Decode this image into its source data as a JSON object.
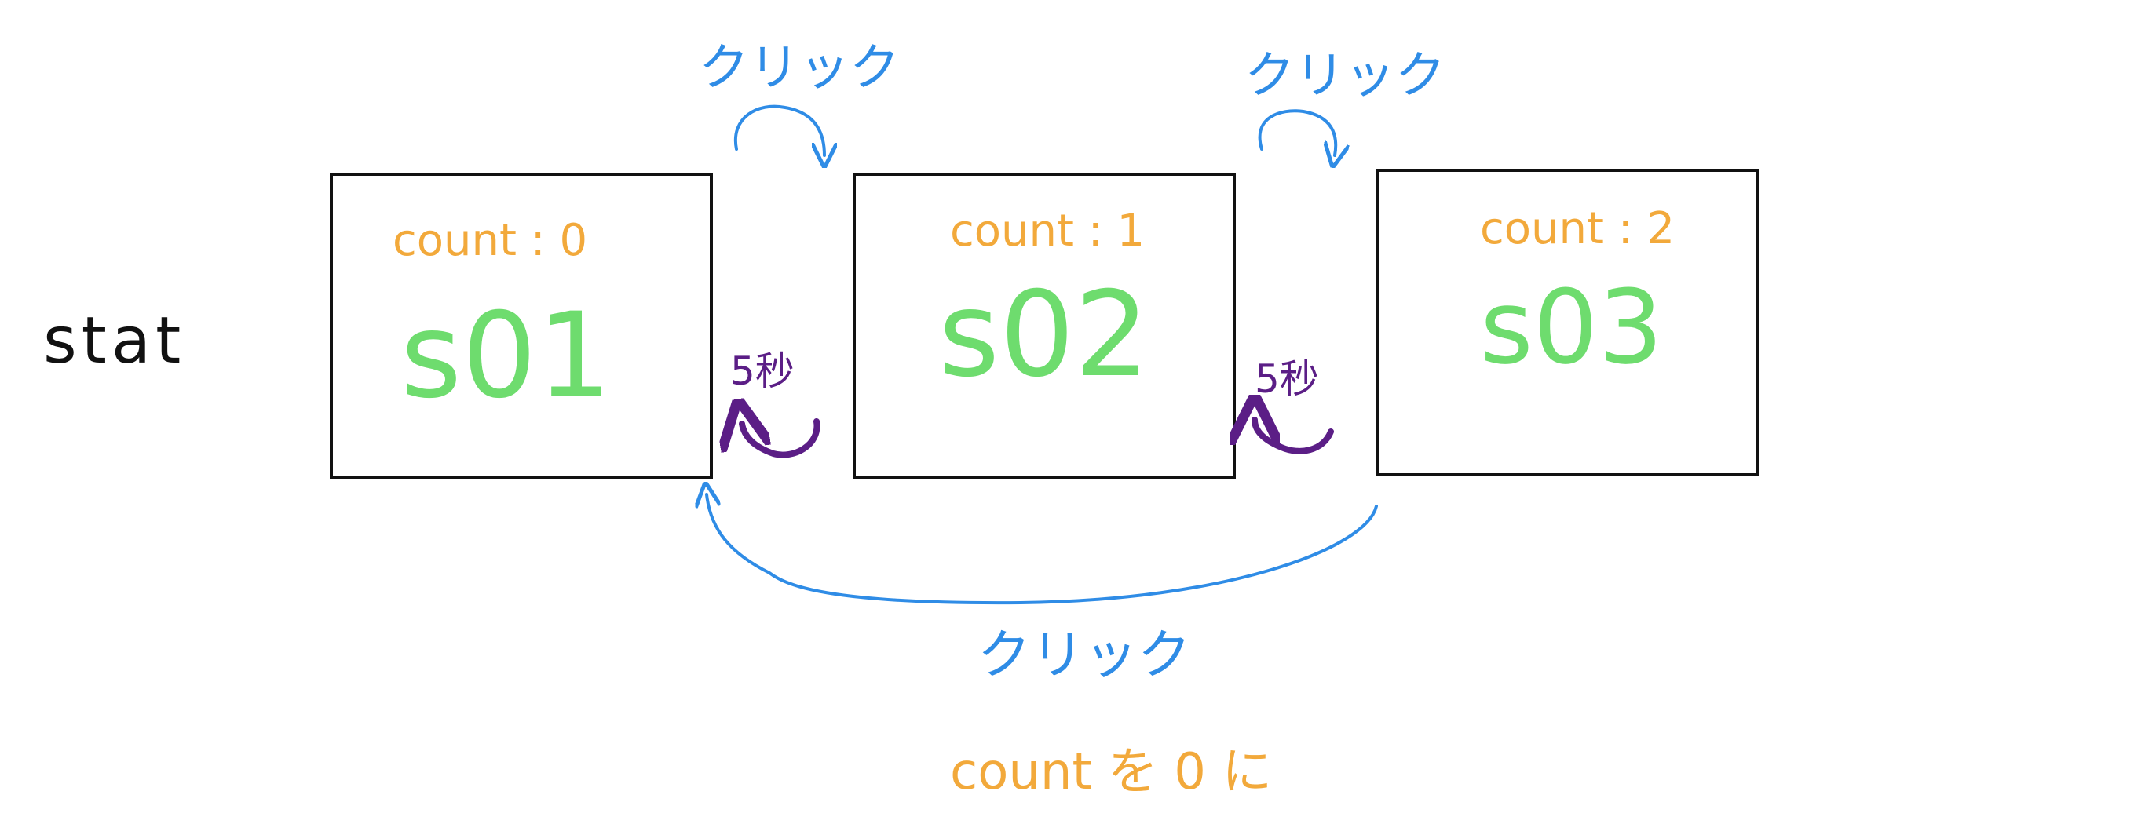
{
  "colors": {
    "ink": "#111111",
    "count": "#F2A93B",
    "state_name": "#6EDC6E",
    "click": "#2F8CE6",
    "timer": "#5B1E86"
  },
  "diagram": {
    "label": "stat",
    "states": [
      {
        "count_text": "count : 0",
        "name": "s01"
      },
      {
        "count_text": "count : 1",
        "name": "s02"
      },
      {
        "count_text": "count : 2",
        "name": "s03"
      }
    ],
    "transitions": {
      "click_1_2": "クリック",
      "click_2_3": "クリック",
      "timer_2_1": "5秒",
      "timer_3_2": "5秒",
      "click_3_1": "クリック",
      "reset_note": "count を 0 に"
    }
  }
}
